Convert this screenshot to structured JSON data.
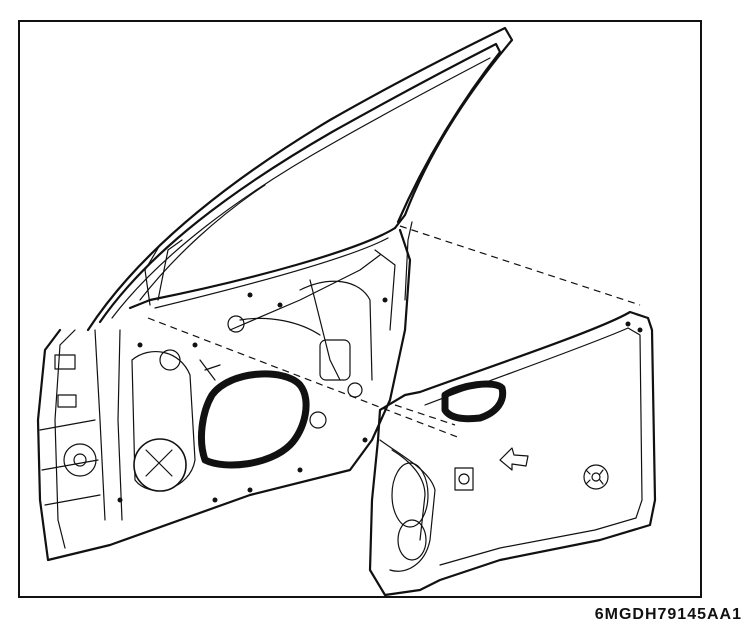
{
  "figure": {
    "drawing_code": "6MGDH79145AA1",
    "parts": [
      "door-frame",
      "door-window-sash",
      "inner-door-panel",
      "door-trim-panel",
      "door-armrest-handle",
      "door-speaker-grille",
      "inside-door-handle",
      "window-regulator"
    ]
  }
}
